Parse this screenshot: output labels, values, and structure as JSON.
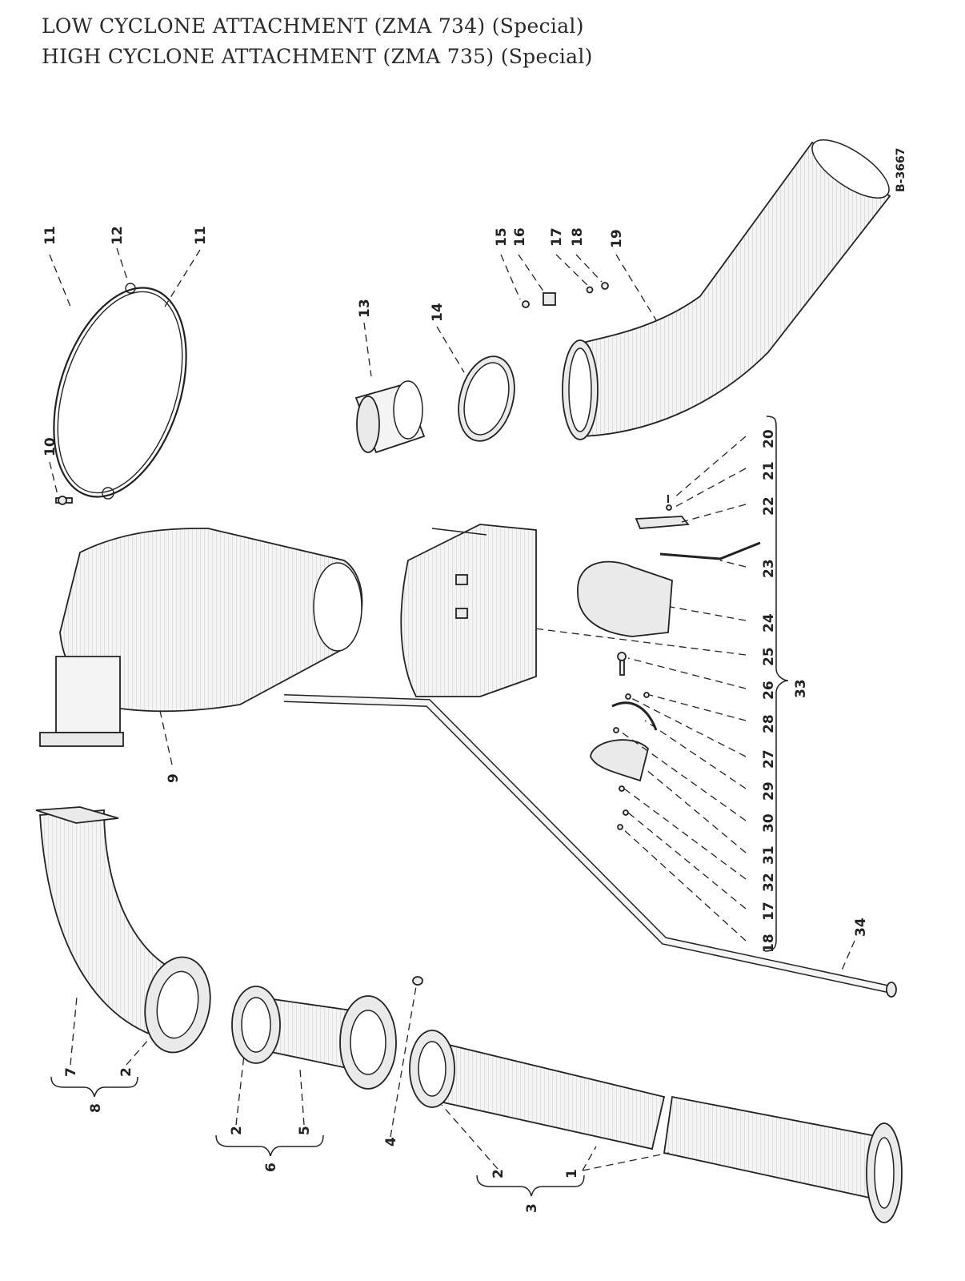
{
  "title": {
    "line1": "LOW CYCLONE ATTACHMENT (ZMA 734) (Special)",
    "line2": "HIGH CYCLONE ATTACHMENT (ZMA 735) (Special)"
  },
  "drawing_code": "B-3667",
  "callouts": {
    "n1": "1",
    "n2": "2",
    "n3": "3",
    "n4": "4",
    "n5": "5",
    "n6": "6",
    "n7": "7",
    "n8": "8",
    "n9": "9",
    "n10": "10",
    "n11": "11",
    "n12": "12",
    "n13": "13",
    "n14": "14",
    "n15": "15",
    "n16": "16",
    "n17": "17",
    "n18": "18",
    "n19": "19",
    "n20": "20",
    "n21": "21",
    "n22": "22",
    "n23": "23",
    "n24": "24",
    "n25": "25",
    "n26": "26",
    "n27": "27",
    "n28": "28",
    "n29": "29",
    "n30": "30",
    "n31": "31",
    "n32": "32",
    "n33": "33",
    "n34": "34"
  }
}
